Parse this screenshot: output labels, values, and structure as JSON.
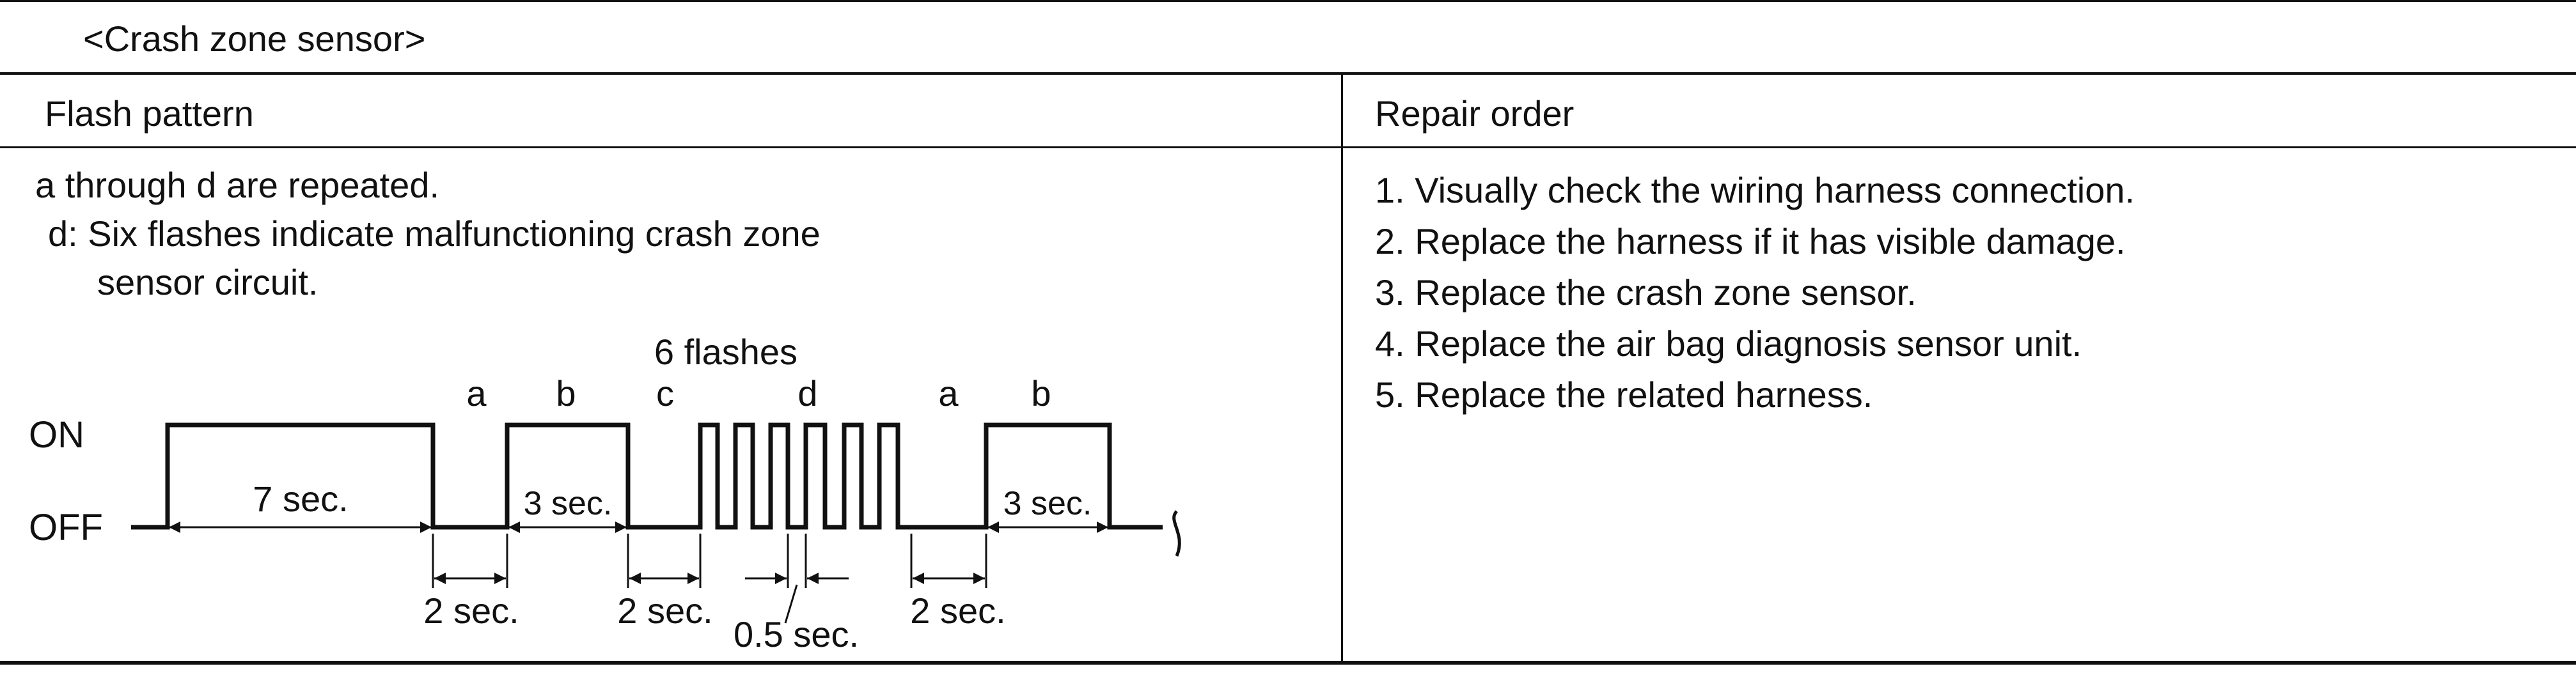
{
  "section_title": "<Crash zone sensor>",
  "columns": {
    "flash_pattern": "Flash pattern",
    "repair_order": "Repair order"
  },
  "flash_description": {
    "line1": "a through d are repeated.",
    "line2": "d: Six flashes indicate malfunctioning crash zone",
    "line3": "sensor circuit."
  },
  "diagram": {
    "on_label": "ON",
    "off_label": "OFF",
    "flash_count_label": "6 flashes",
    "phase_labels": {
      "a1": "a",
      "b1": "b",
      "c": "c",
      "d": "d",
      "a2": "a",
      "b2": "b"
    },
    "durations": {
      "seven_sec": "7 sec.",
      "three_sec_1": "3 sec.",
      "three_sec_2": "3 sec.",
      "two_sec_1": "2 sec.",
      "two_sec_2": "2 sec.",
      "two_sec_3": "2 sec.",
      "half_sec": "0.5 sec."
    }
  },
  "repair_steps": [
    "1. Visually check the wiring harness connection.",
    "2. Replace the harness if it has visible damage.",
    "3. Replace the crash zone sensor.",
    "4. Replace the air bag diagnosis sensor unit.",
    "5. Replace the related harness."
  ]
}
